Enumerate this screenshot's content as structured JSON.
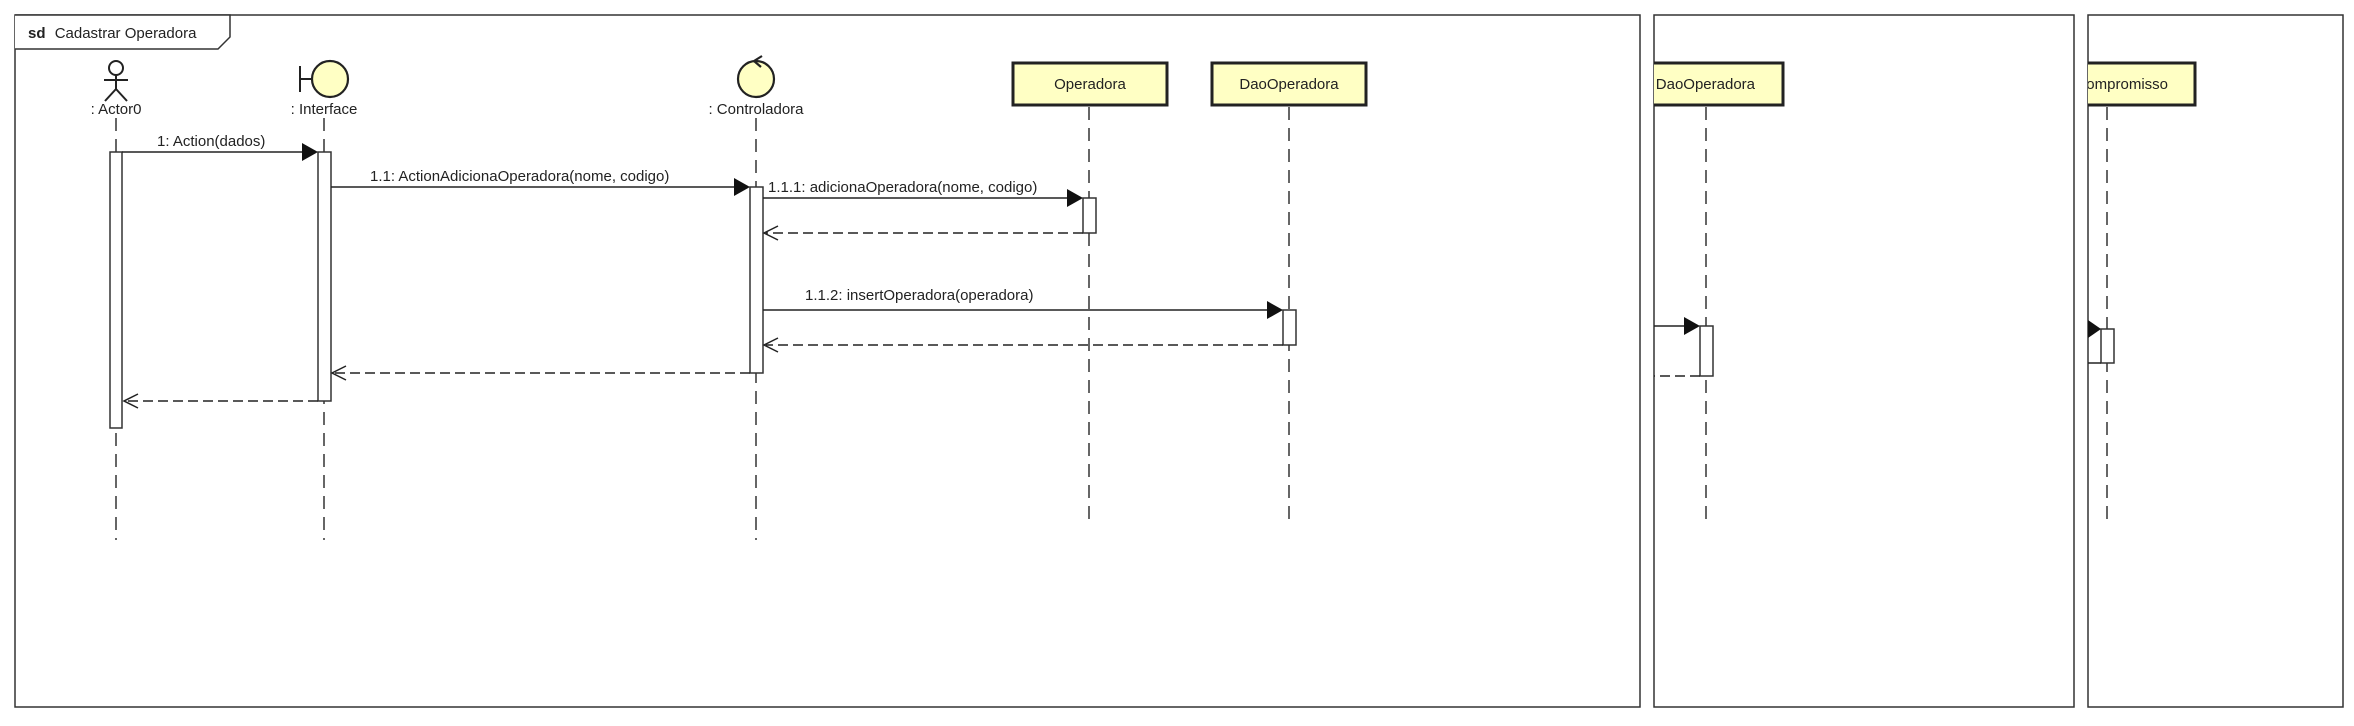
{
  "diagram": {
    "frame_kind": "sd",
    "frame_title": "Cadastrar Operadora",
    "colors": {
      "participant_fill": "#ffffc4",
      "line": "#222222",
      "background": "#ffffff"
    },
    "participants": {
      "actor": {
        "label": ": Actor0",
        "icon": "actor-icon"
      },
      "interface": {
        "label": ": Interface",
        "icon": "boundary-icon"
      },
      "controller": {
        "label": ": Controladora",
        "icon": "control-icon"
      },
      "operadora": {
        "label": "Operadora"
      },
      "dao": {
        "label": "DaoOperadora"
      }
    },
    "messages": {
      "m1": "1: Action(dados)",
      "m1_1": "1.1: ActionAdicionaOperadora(nome, codigo)",
      "m1_1_1": "1.1.1: adicionaOperadora(nome, codigo)",
      "m1_1_2": "1.1.2: insertOperadora(operadora)"
    },
    "clipped_panels": {
      "panel2_box": "DaoOperadora",
      "panel3_box": "Compromisso"
    }
  }
}
